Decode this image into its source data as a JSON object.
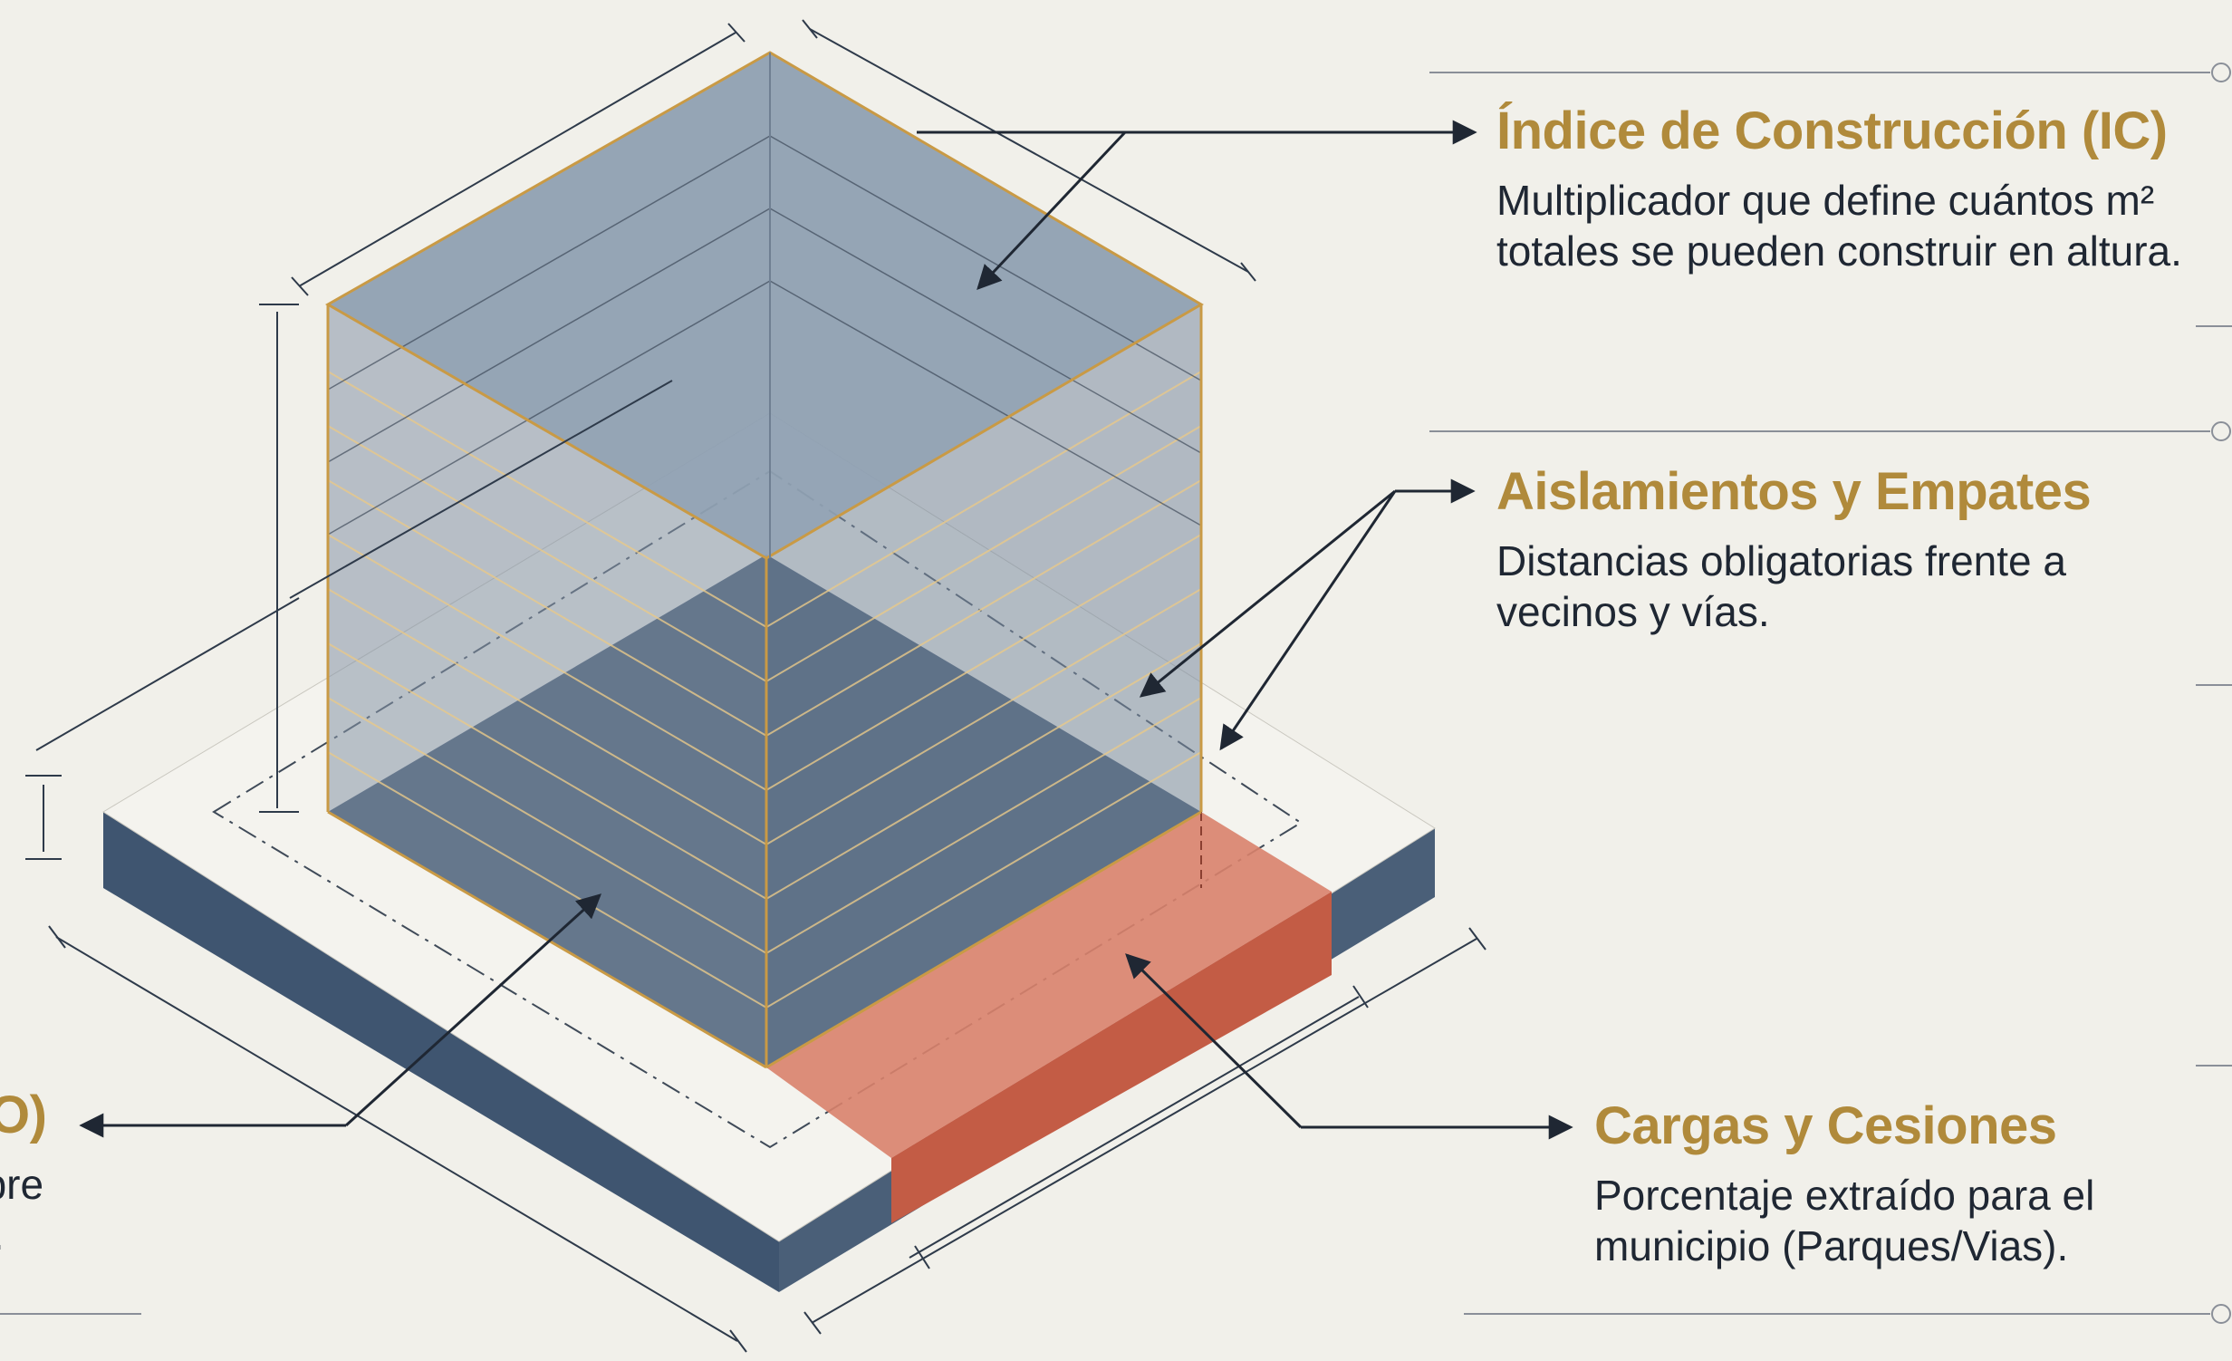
{
  "palette": {
    "background": "#f1f0ea",
    "gold": "#b08a3b",
    "navy": "#3f5570",
    "glass": "#8fa0b2",
    "terracotta": "#c35c45",
    "ink": "#1f2733",
    "rule": "#8a8f98"
  },
  "labels": {
    "ic": {
      "title": "Índice de Construcción (IC)",
      "desc": "Multiplicador que define cuántos m²\ntotales se pueden construir en altura."
    },
    "aislamientos": {
      "title": "Aislamientos y Empates",
      "desc": "Distancias obligatorias frente a\nvecinos y vías."
    },
    "cargas": {
      "title": "Cargas y Cesiones",
      "desc": "Porcentaje extraído para el\nmunicipio (Parques/Vias)."
    },
    "io_partial": {
      "title": "O)",
      "desc": "obre\nla."
    }
  }
}
